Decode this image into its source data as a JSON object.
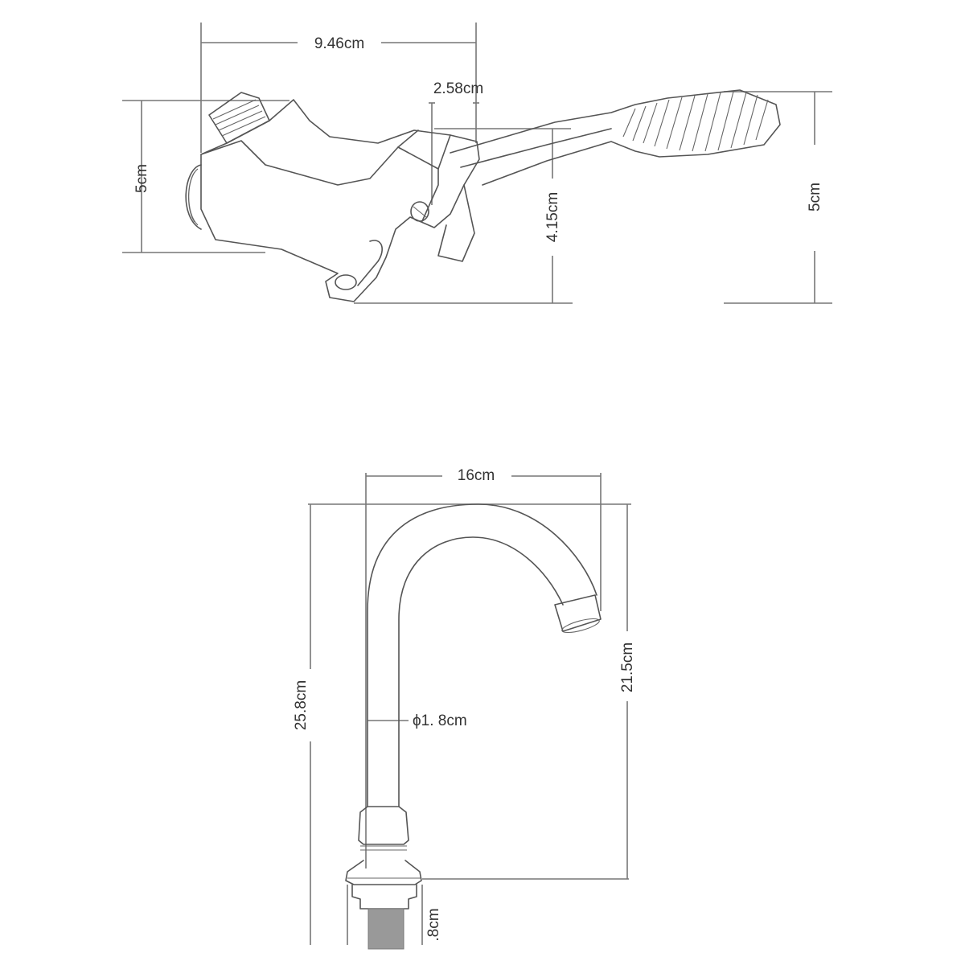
{
  "diagram": {
    "type": "technical-dimension-drawing",
    "subject": "foot pedal valve and gooseneck faucet",
    "top_view": {
      "name": "foot pedal valve",
      "dimensions": {
        "overall_length": "9.46cm",
        "lever_offset": "2.58cm",
        "body_height": "5cm",
        "base_to_lever_height": "4.15cm",
        "pedal_height": "5cm"
      }
    },
    "bottom_view": {
      "name": "gooseneck spout",
      "dimensions": {
        "spout_reach": "16cm",
        "total_height": "25.8cm",
        "spout_height": "21.5cm",
        "pipe_diameter": "ϕ1. 8cm",
        "thread_length": ".8cm"
      }
    }
  }
}
